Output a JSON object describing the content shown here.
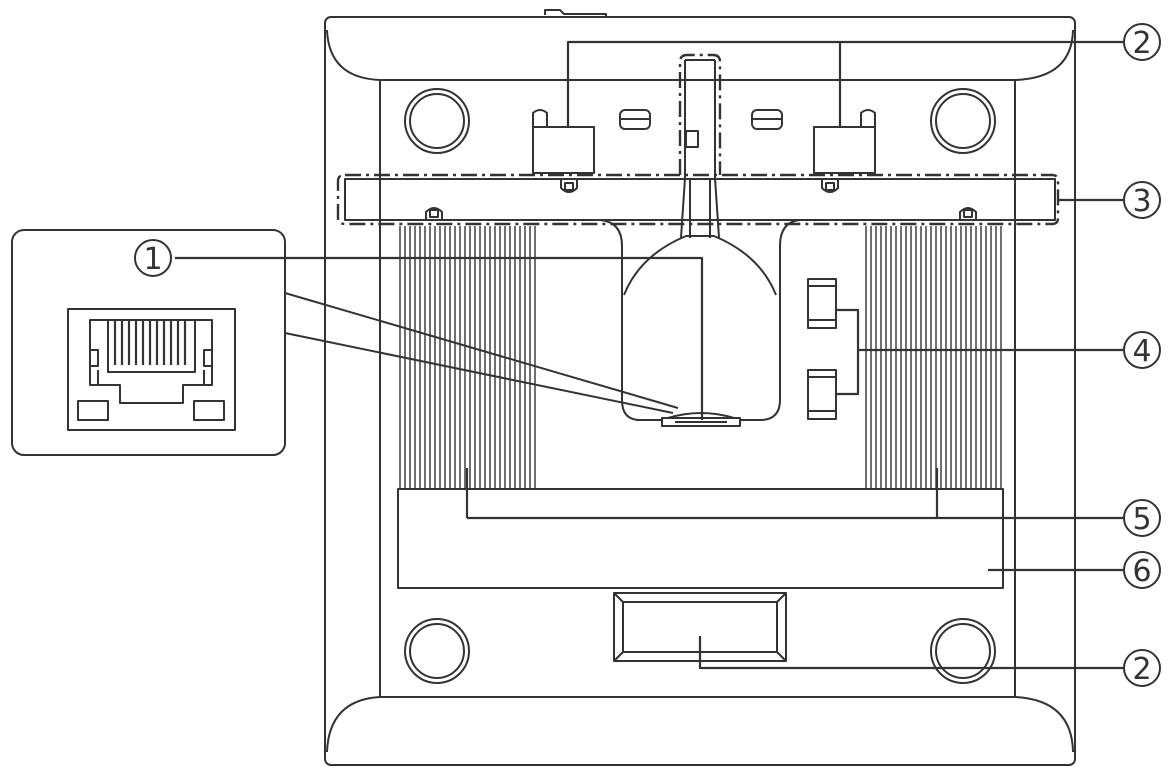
{
  "callouts": [
    {
      "id": "c1",
      "label": "1"
    },
    {
      "id": "c2-top",
      "label": "2"
    },
    {
      "id": "c3",
      "label": "3"
    },
    {
      "id": "c4",
      "label": "4"
    },
    {
      "id": "c5",
      "label": "5"
    },
    {
      "id": "c6",
      "label": "6"
    },
    {
      "id": "c2-bottom",
      "label": "2"
    }
  ],
  "colors": {
    "stroke": "#333333",
    "fill": "#ffffff"
  }
}
